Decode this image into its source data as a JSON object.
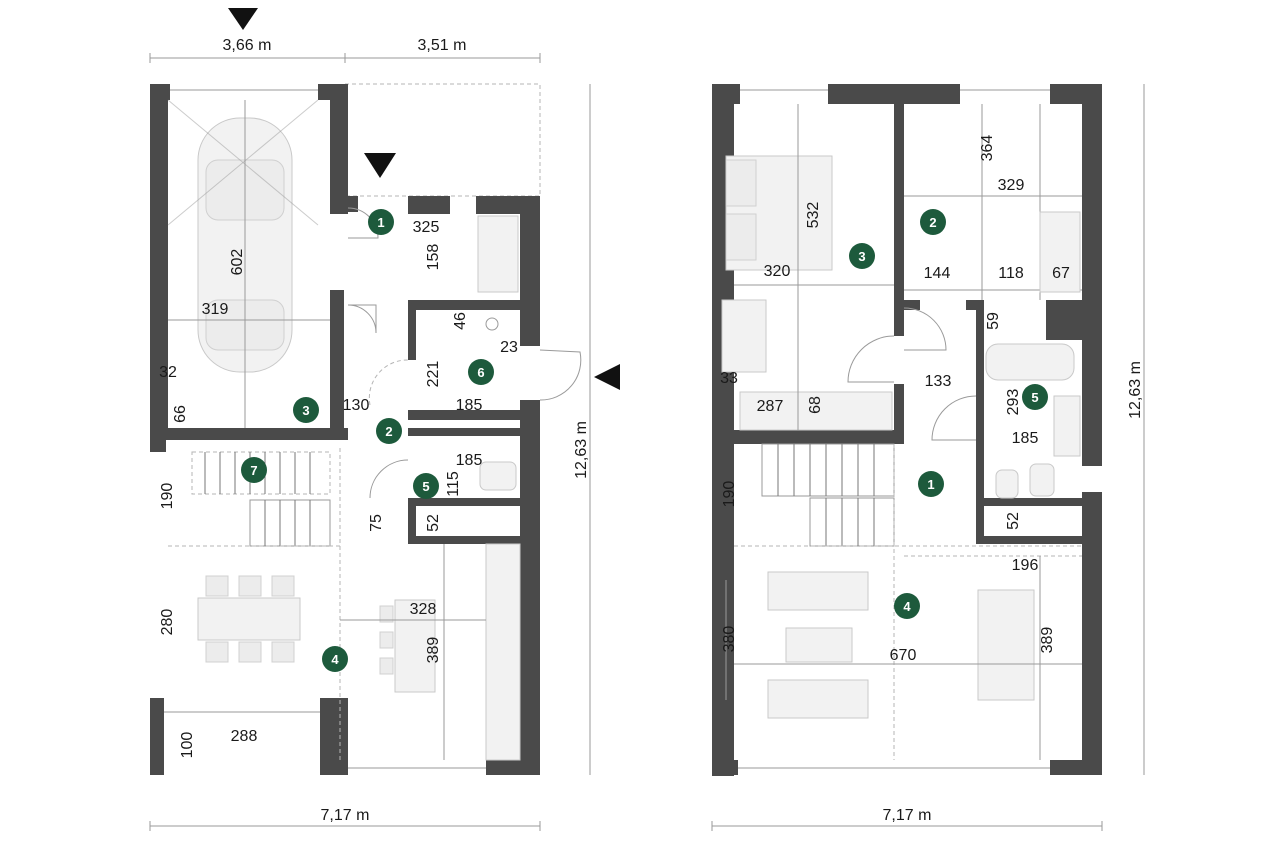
{
  "overall_dimensions": {
    "ground_top_left": "3,66 m",
    "ground_top_right": "3,51 m",
    "ground_bottom": "7,17 m",
    "ground_side": "12,63 m",
    "upper_bottom": "7,17 m",
    "upper_side": "12,63 m"
  },
  "ground_floor": {
    "room_markers": [
      "1",
      "2",
      "3",
      "4",
      "5",
      "6",
      "7"
    ],
    "dimensions": [
      "325",
      "158",
      "602",
      "319",
      "32",
      "66",
      "46",
      "23",
      "221",
      "130",
      "185",
      "185",
      "115",
      "190",
      "75",
      "52",
      "280",
      "328",
      "389",
      "288",
      "100"
    ]
  },
  "upper_floor": {
    "room_markers": [
      "1",
      "2",
      "3",
      "4",
      "5"
    ],
    "dimensions": [
      "364",
      "329",
      "532",
      "320",
      "144",
      "118",
      "67",
      "59",
      "33",
      "287",
      "68",
      "133",
      "293",
      "185",
      "190",
      "52",
      "196",
      "380",
      "670",
      "389"
    ]
  }
}
